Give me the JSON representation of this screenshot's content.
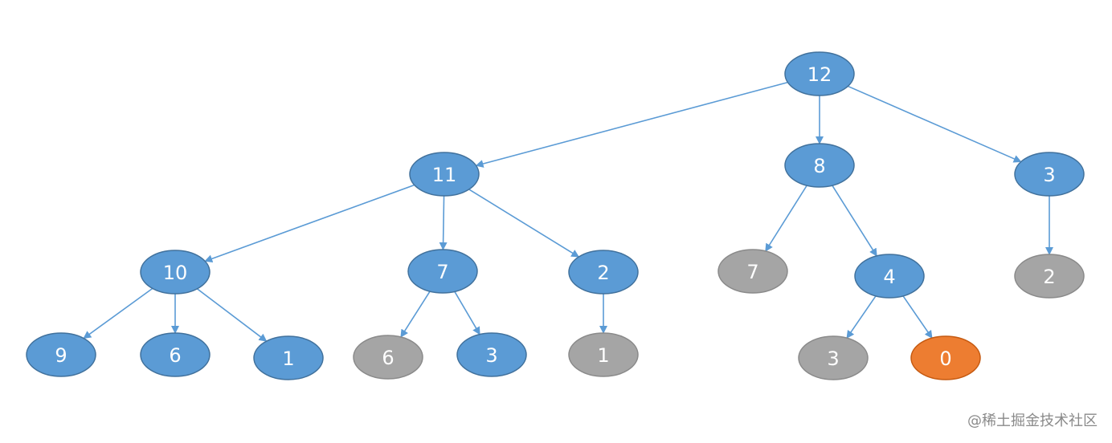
{
  "colors": {
    "blue": "#5b9bd5",
    "blue_stroke": "#41719c",
    "gray": "#a5a5a5",
    "gray_stroke": "#8a8a8a",
    "orange": "#ed7d31",
    "orange_stroke": "#c55a11",
    "edge": "#5b9bd5"
  },
  "nodes": [
    {
      "id": "root",
      "label": "12",
      "color": "blue"
    },
    {
      "id": "n11",
      "label": "11",
      "color": "blue"
    },
    {
      "id": "n8",
      "label": "8",
      "color": "blue"
    },
    {
      "id": "n3a",
      "label": "3",
      "color": "blue"
    },
    {
      "id": "n10",
      "label": "10",
      "color": "blue"
    },
    {
      "id": "n7a",
      "label": "7",
      "color": "blue"
    },
    {
      "id": "n2a",
      "label": "2",
      "color": "blue"
    },
    {
      "id": "n7b",
      "label": "7",
      "color": "gray"
    },
    {
      "id": "n4",
      "label": "4",
      "color": "blue"
    },
    {
      "id": "n2b",
      "label": "2",
      "color": "gray"
    },
    {
      "id": "n9",
      "label": "9",
      "color": "blue"
    },
    {
      "id": "n6a",
      "label": "6",
      "color": "blue"
    },
    {
      "id": "n1a",
      "label": "1",
      "color": "blue"
    },
    {
      "id": "n6b",
      "label": "6",
      "color": "gray"
    },
    {
      "id": "n3b",
      "label": "3",
      "color": "blue"
    },
    {
      "id": "n1b",
      "label": "1",
      "color": "gray"
    },
    {
      "id": "n3c",
      "label": "3",
      "color": "gray"
    },
    {
      "id": "n0",
      "label": "0",
      "color": "orange"
    }
  ],
  "edges": [
    [
      "root",
      "n11"
    ],
    [
      "root",
      "n8"
    ],
    [
      "root",
      "n3a"
    ],
    [
      "n11",
      "n10"
    ],
    [
      "n11",
      "n7a"
    ],
    [
      "n11",
      "n2a"
    ],
    [
      "n8",
      "n7b"
    ],
    [
      "n8",
      "n4"
    ],
    [
      "n3a",
      "n2b"
    ],
    [
      "n10",
      "n9"
    ],
    [
      "n10",
      "n6a"
    ],
    [
      "n10",
      "n1a"
    ],
    [
      "n7a",
      "n6b"
    ],
    [
      "n7a",
      "n3b"
    ],
    [
      "n2a",
      "n1b"
    ],
    [
      "n4",
      "n3c"
    ],
    [
      "n4",
      "n0"
    ]
  ],
  "watermark": "@稀土掘金技术社区"
}
